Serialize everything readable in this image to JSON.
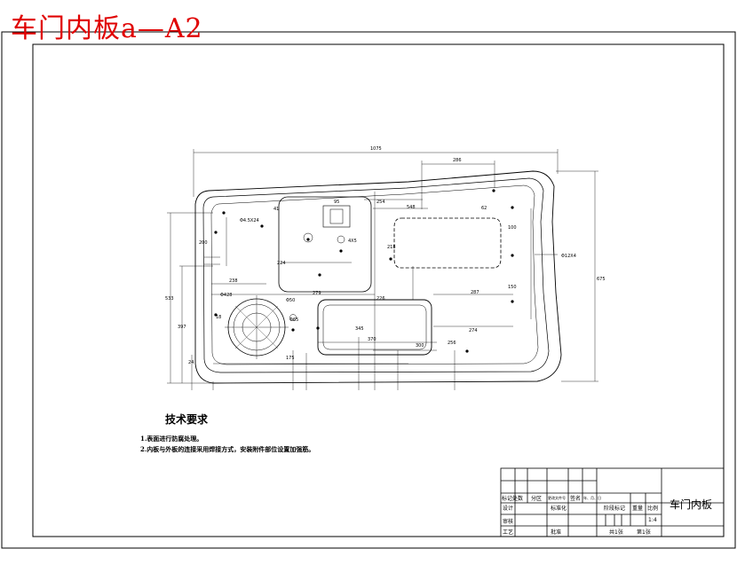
{
  "overlay": {
    "title": "车门内板a—A2"
  },
  "tech": {
    "heading": "技术要求",
    "notes": [
      "1.表面进行防腐处理。",
      "2.内板与外板的连接采用焊接方式，安装附件部位设置加强筋。"
    ]
  },
  "title_block": {
    "part_name": "车门内板",
    "row_labels": {
      "mark": "标记处数",
      "zone": "分区",
      "change_doc": "更改文件号",
      "signature": "签名",
      "date": "年、月、日",
      "design": "设计",
      "standard": "标准化",
      "review": "审核",
      "process": "工艺",
      "approve": "批准"
    },
    "stage_mark": "阶段标记",
    "weight": "重量",
    "scale_label": "比例",
    "scale_value": "1:4",
    "sheets_total": "共1张",
    "sheet_no": "第1张"
  },
  "dimensions": {
    "overall_width": "1075",
    "top_offset": "286",
    "height_right": "675",
    "left_h1": "533",
    "left_h2": "397",
    "hole_label1": "Φ4.5X24",
    "hole_label2": "4X5",
    "hole_label3": "Φ12X4",
    "hole_label4": "Φ428",
    "d_41": "41",
    "d_95": "95",
    "d_254": "254",
    "d_548": "548",
    "d_62": "62",
    "d_200": "200",
    "d_224": "224",
    "d_238": "238",
    "d_279": "279",
    "d_226": "226",
    "d_218": "218",
    "d_287": "287",
    "d_274": "274",
    "d_370": "370",
    "d_300": "300",
    "d_345": "345",
    "d_256": "256",
    "d_175": "175",
    "d_24": "24",
    "d_18": "18",
    "d_100": "100",
    "d_150": "150",
    "d_ring": "Φ50",
    "d_ring2": "Φ65"
  }
}
